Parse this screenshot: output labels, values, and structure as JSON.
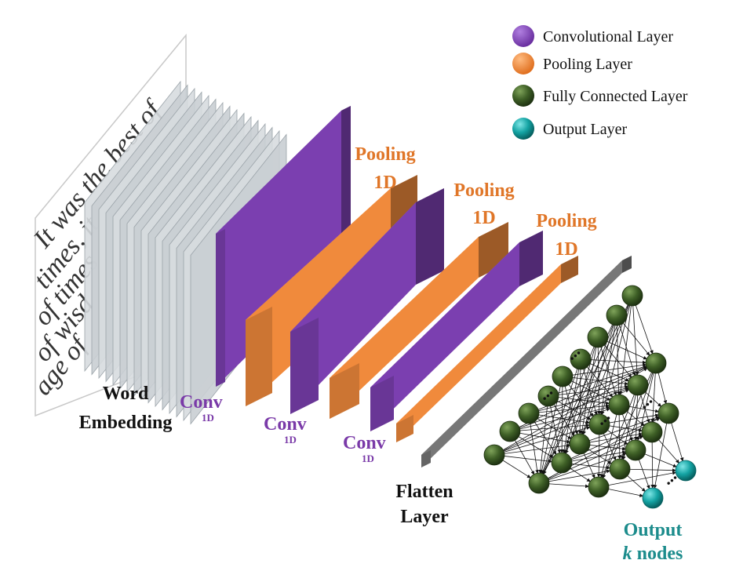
{
  "legend": {
    "conv": "Convolutional Layer",
    "pool": "Pooling Layer",
    "fc": "Fully Connected Layer",
    "out": "Output Layer"
  },
  "colors": {
    "conv": "#7b3fb0",
    "pool": "#f08a3c",
    "fc": "#3e5f26",
    "out": "#14a3a3",
    "flatten": "#777777",
    "conv_text": "#7a3aa8",
    "pool_text": "#e07628",
    "out_text": "#1c8c8c"
  },
  "document_text": [
    "It was the best of",
    "times, it",
    "of times",
    "of wisd",
    "age of"
  ],
  "labels": {
    "word_embedding": [
      "Word",
      "Embedding"
    ],
    "conv": "Conv",
    "conv_sub": "1D",
    "pooling": "Pooling",
    "pooling_sub": "1D",
    "flatten": [
      "Flatten",
      "Layer"
    ],
    "output_line1": "Output",
    "output_k": "k",
    "output_nodes": " nodes"
  },
  "ellipsis": "..."
}
